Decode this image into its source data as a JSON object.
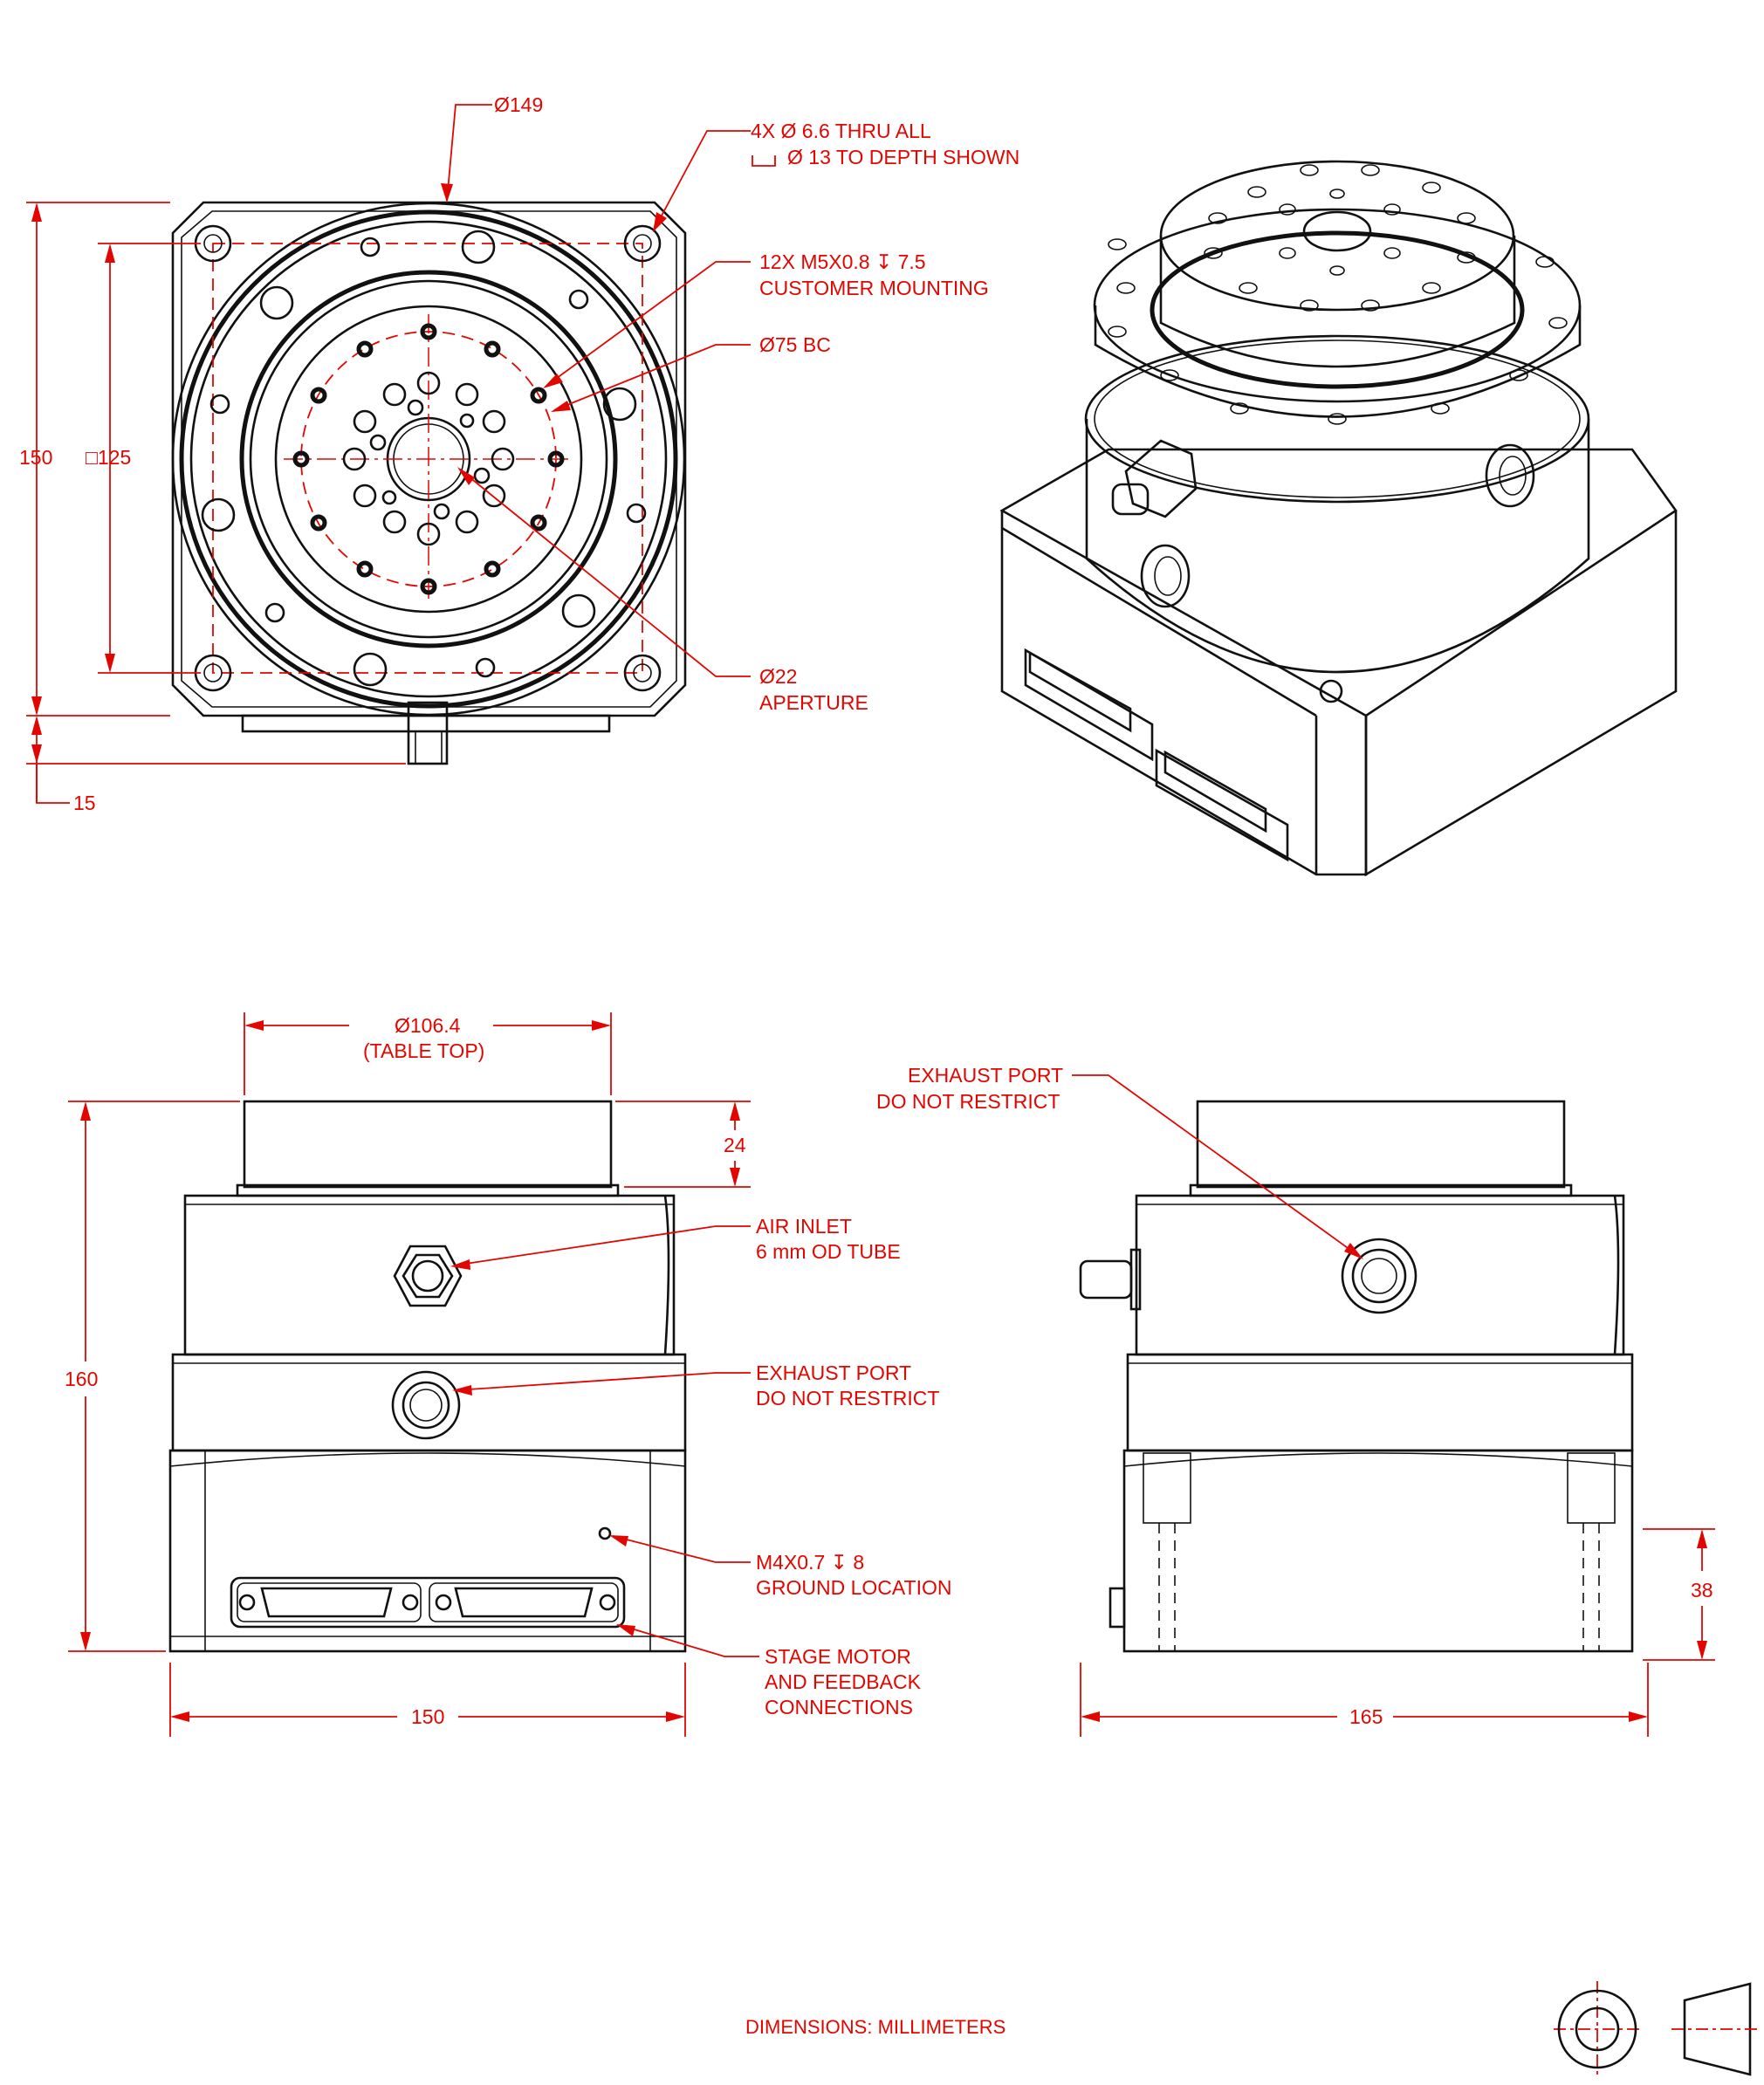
{
  "dimensions": {
    "d149": "Ø149",
    "flange_width": "150",
    "square_125": "□125",
    "offset_15": "15",
    "table_top_diameter": "Ø106.4",
    "table_top_note": "(TABLE TOP)",
    "table_height": "24",
    "total_height": "160",
    "base_width": "150",
    "side_width": "165",
    "connector_height": "38"
  },
  "callouts": {
    "thru_holes_l1": "4X Ø 6.6 THRU ALL",
    "thru_holes_l2": "Ø 13 TO DEPTH SHOWN",
    "mounting_l1": "12X M5X0.8 ↧ 7.5",
    "mounting_l2": "CUSTOMER MOUNTING",
    "bolt_circle": "Ø75 BC",
    "aperture_l1": "Ø22",
    "aperture_l2": "APERTURE",
    "air_inlet_l1": "AIR INLET",
    "air_inlet_l2": "6 mm OD TUBE",
    "exhaust_front_l1": "EXHAUST PORT",
    "exhaust_front_l2": "DO NOT RESTRICT",
    "exhaust_side_l1": "EXHAUST PORT",
    "exhaust_side_l2": "DO NOT RESTRICT",
    "ground_l1": "M4X0.7 ↧ 8",
    "ground_l2": "GROUND LOCATION",
    "connections_l1": "STAGE MOTOR",
    "connections_l2": "AND FEEDBACK",
    "connections_l3": "CONNECTIONS"
  },
  "footer": {
    "units_note": "DIMENSIONS:  MILLIMETERS"
  },
  "colors": {
    "drawing_ink": "#111111",
    "dimension_red": "#e10600",
    "background": "#ffffff"
  }
}
